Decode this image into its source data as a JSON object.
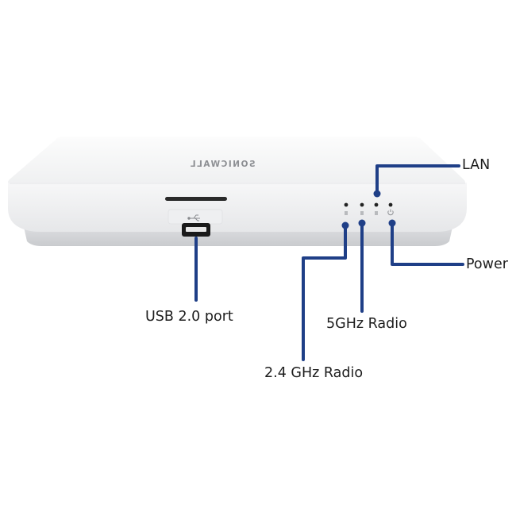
{
  "device": {
    "logo_text": "SONICWALL",
    "colors": {
      "body_top": "#fafafa",
      "body_front": "#f3f4f5",
      "base_shadow": "#d9dadc",
      "usb_port": "#1a1a1a",
      "led_dot": "#222222"
    }
  },
  "callouts": {
    "color": "#1f3f87",
    "lan": "LAN",
    "power": "Power",
    "radio_5ghz": "5GHz Radio",
    "radio_24ghz": "2.4 GHz Radio",
    "usb": "USB 2.0 port"
  },
  "icons": {
    "usb_symbol": "usb-icon",
    "power_symbol": "power-icon"
  }
}
